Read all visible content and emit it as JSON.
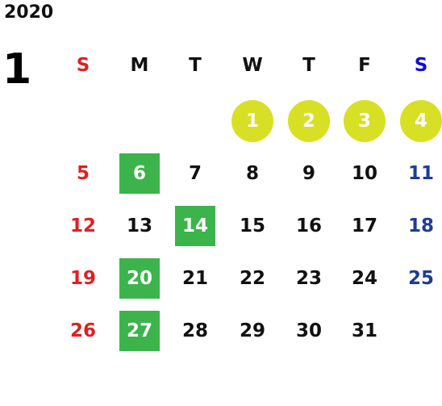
{
  "calendar": {
    "year": "2020",
    "month": "1",
    "weekdays": [
      "S",
      "M",
      "T",
      "W",
      "T",
      "F",
      "S"
    ],
    "colors": {
      "sunday": "#e02020",
      "saturday": "#1e3c96",
      "saturday_header": "#1010d0",
      "weekday": "#111111",
      "holiday_circle": "#d7e024",
      "highlight_box": "#3cb44b",
      "on_mark": "#ffffff"
    },
    "weeks": [
      [
        {
          "d": ""
        },
        {
          "d": ""
        },
        {
          "d": ""
        },
        {
          "d": "1",
          "mark": "circle"
        },
        {
          "d": "2",
          "mark": "circle"
        },
        {
          "d": "3",
          "mark": "circle"
        },
        {
          "d": "4",
          "mark": "circle"
        }
      ],
      [
        {
          "d": "5"
        },
        {
          "d": "6",
          "mark": "box"
        },
        {
          "d": "7"
        },
        {
          "d": "8"
        },
        {
          "d": "9"
        },
        {
          "d": "10"
        },
        {
          "d": "11"
        }
      ],
      [
        {
          "d": "12"
        },
        {
          "d": "13"
        },
        {
          "d": "14",
          "mark": "box"
        },
        {
          "d": "15"
        },
        {
          "d": "16"
        },
        {
          "d": "17"
        },
        {
          "d": "18"
        }
      ],
      [
        {
          "d": "19"
        },
        {
          "d": "20",
          "mark": "box"
        },
        {
          "d": "21"
        },
        {
          "d": "22"
        },
        {
          "d": "23"
        },
        {
          "d": "24"
        },
        {
          "d": "25"
        }
      ],
      [
        {
          "d": "26"
        },
        {
          "d": "27",
          "mark": "box"
        },
        {
          "d": "28"
        },
        {
          "d": "29"
        },
        {
          "d": "30"
        },
        {
          "d": "31"
        },
        {
          "d": ""
        }
      ]
    ]
  }
}
